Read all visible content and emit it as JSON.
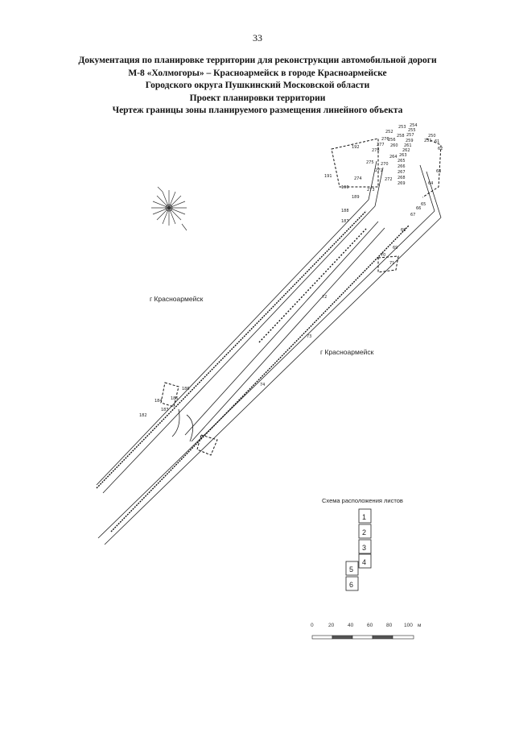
{
  "page_number": "33",
  "title_lines": [
    "Документация по планировке территории для реконструкции автомобильной дороги",
    "М-8 «Холмогоры» – Красноармейск в городе Красноармейске",
    "Городского округа Пушкинский Московской области",
    "Проект планировки территории",
    "Чертеж границы зоны планируемого размещения линейного объекта"
  ],
  "map": {
    "city_label_left": "г  Красноармейск",
    "city_label_right": "г  Красноармейск",
    "north_arrow_icon": "compass-rose-icon",
    "point_labels": [
      "192",
      "191",
      "190",
      "189",
      "188",
      "187",
      "186",
      "185",
      "184",
      "183",
      "182",
      "276",
      "277",
      "278",
      "275",
      "274",
      "273",
      "272",
      "271",
      "270",
      "269",
      "268",
      "267",
      "266",
      "265",
      "264",
      "263",
      "262",
      "261",
      "260",
      "259",
      "258",
      "257",
      "256",
      "255",
      "254",
      "253",
      "252",
      "251",
      "250",
      "61",
      "62",
      "63",
      "64",
      "65",
      "66",
      "67",
      "68",
      "69",
      "70",
      "71",
      "72",
      "73",
      "74"
    ]
  },
  "scheme": {
    "title": "Схема расположения листов",
    "sheets": [
      "1",
      "2",
      "3",
      "4",
      "5",
      "6"
    ]
  },
  "scale_bar": {
    "ticks": [
      "0",
      "20",
      "40",
      "60",
      "80",
      "100"
    ],
    "unit": "м"
  }
}
